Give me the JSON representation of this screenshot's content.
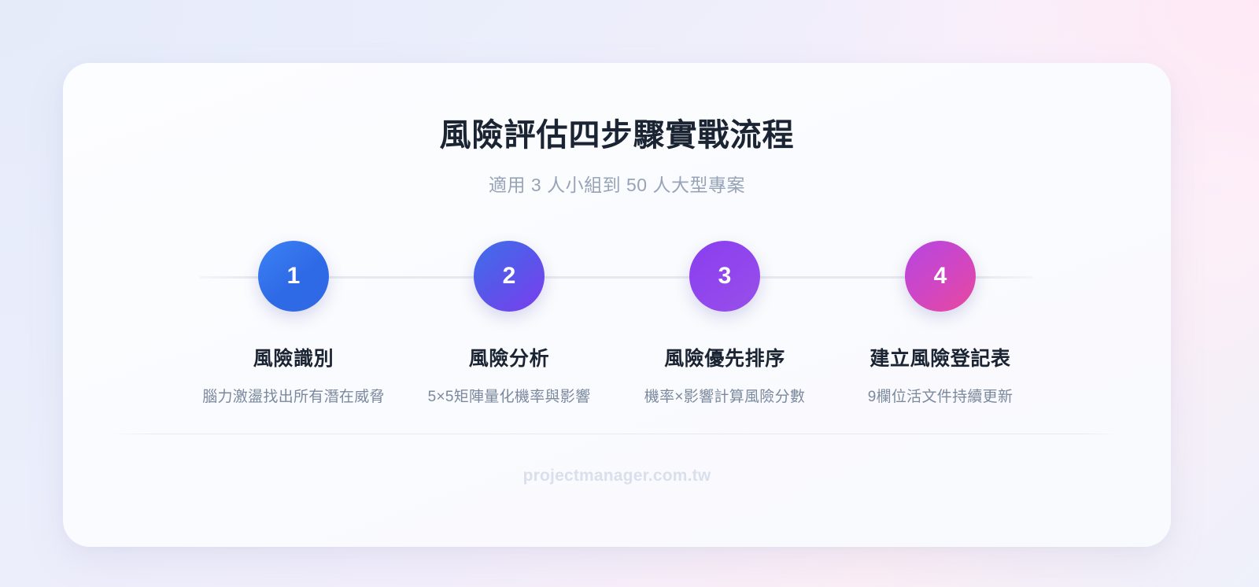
{
  "header": {
    "title": "風險評估四步驟實戰流程",
    "subtitle": "適用 3 人小組到 50 人大型專案"
  },
  "steps": [
    {
      "number": "1",
      "title": "風險識別",
      "description": "腦力激盪找出所有潛在威脅",
      "color_start": "#3b82f6",
      "color_end": "#2f68e4"
    },
    {
      "number": "2",
      "title": "風險分析",
      "description": "5×5矩陣量化機率與影響",
      "color_start": "#3e6fea",
      "color_end": "#7b3eed"
    },
    {
      "number": "3",
      "title": "風險優先排序",
      "description": "機率×影響計算風險分數",
      "color_start": "#8a3ef0",
      "color_end": "#9a4fe8"
    },
    {
      "number": "4",
      "title": "建立風險登記表",
      "description": "9欄位活文件持續更新",
      "color_start": "#b545e2",
      "color_end": "#e8489e"
    }
  ],
  "footer": {
    "site": "projectmanager.com.tw"
  },
  "theme": {
    "background_start": "#e8ecfa",
    "background_end": "#fbeef6",
    "card_background": "#fcfdff",
    "title_color": "#1b2432",
    "subtitle_color": "#97a3b6",
    "description_color": "#7b899e",
    "divider_color": "#e8eaf1",
    "connector_color": "#e6e9f0",
    "footer_color": "#d9dfeb"
  }
}
